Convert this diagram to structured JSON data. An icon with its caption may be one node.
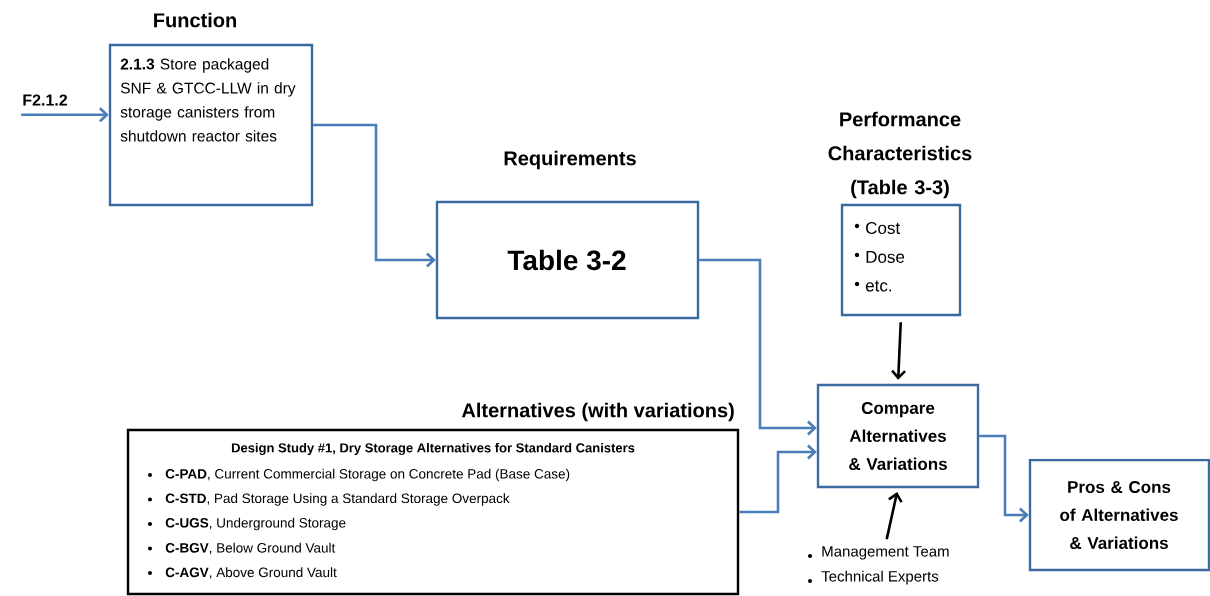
{
  "diagram": {
    "nodes": [
      {
        "text": [
          "F2.1.2"
        ]
      },
      {
        "text": [
          "Function",
          "**2.1.3** Store packaged SNF & GTCC-LLW in dry storage canisters from shutdown reactor sites"
        ]
      },
      {
        "text": [
          "Requirements",
          "Table 3-2"
        ]
      },
      {
        "text": [
          "Performance Characteristics (Table 3-3)",
          "Cost",
          "Dose",
          "etc."
        ]
      },
      {
        "text": [
          "Alternatives (with variations)",
          "Design Study #1, Dry Storage Alternatives for Standard Canisters",
          "**C-PAD**, Current Commercial Storage on Concrete Pad (Base Case)",
          "**C-STD**, Pad Storage Using a Standard Storage Overpack",
          "**C-UGS**, Underground Storage",
          "**C-BGV**, Below Ground Vault",
          "**C-AGV**, Above Ground Vault"
        ]
      },
      {
        "text": [
          "Compare Alternatives & Variations"
        ]
      },
      {
        "text": [
          "Management Team",
          "Technical Experts"
        ]
      },
      {
        "text": [
          "Pros & Cons of Alternatives & Variations"
        ]
      }
    ],
    "edges": [
      {
        "from": 0,
        "to": 1,
        "arrow": "to"
      },
      {
        "from": 1,
        "to": 2,
        "arrow": "to"
      },
      {
        "from": 2,
        "to": 5,
        "arrow": "to"
      },
      {
        "from": 4,
        "to": 5,
        "arrow": "to"
      },
      {
        "from": 3,
        "to": 5,
        "arrow": "to",
        "color": "#000000"
      },
      {
        "from": 6,
        "to": 5,
        "arrow": "to",
        "color": "#000000"
      },
      {
        "from": 5,
        "to": 7,
        "arrow": "to"
      }
    ]
  }
}
